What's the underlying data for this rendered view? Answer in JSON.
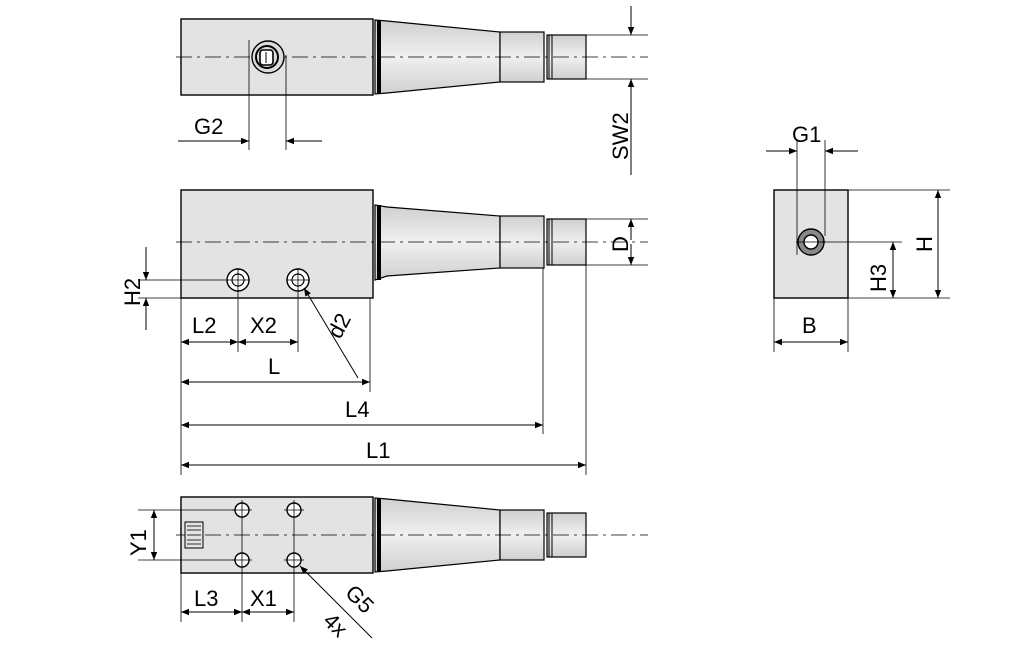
{
  "labels": {
    "g2": "G2",
    "sw2": "SW2",
    "g1": "G1",
    "h": "H",
    "h3": "H3",
    "b": "B",
    "d": "D",
    "h2": "H2",
    "l2": "L2",
    "x2": "X2",
    "d2": "d2",
    "l": "L",
    "l4": "L4",
    "l1": "L1",
    "y1": "Y1",
    "l3": "L3",
    "x1": "X1",
    "g5": "G5",
    "count": "4x"
  },
  "colors": {
    "body": "#e3e3e3",
    "line": "#000000"
  }
}
